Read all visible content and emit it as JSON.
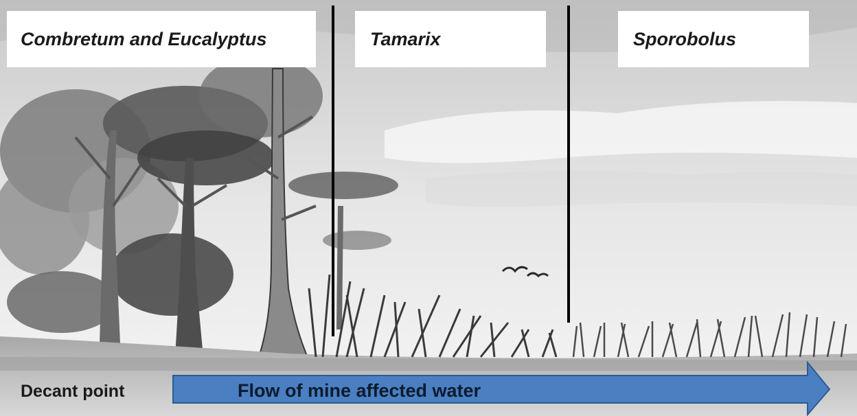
{
  "labels": {
    "zone_1": "Combretum and Eucalyptus",
    "zone_2": "Tamarix",
    "zone_3": "Sporobolus"
  },
  "bottom": {
    "decant_point": "Decant point",
    "flow_label": "Flow of mine affected water"
  },
  "colors": {
    "arrow_fill": "#4a7fc2",
    "arrow_stroke": "#2e5a93",
    "divider": "#000000"
  }
}
